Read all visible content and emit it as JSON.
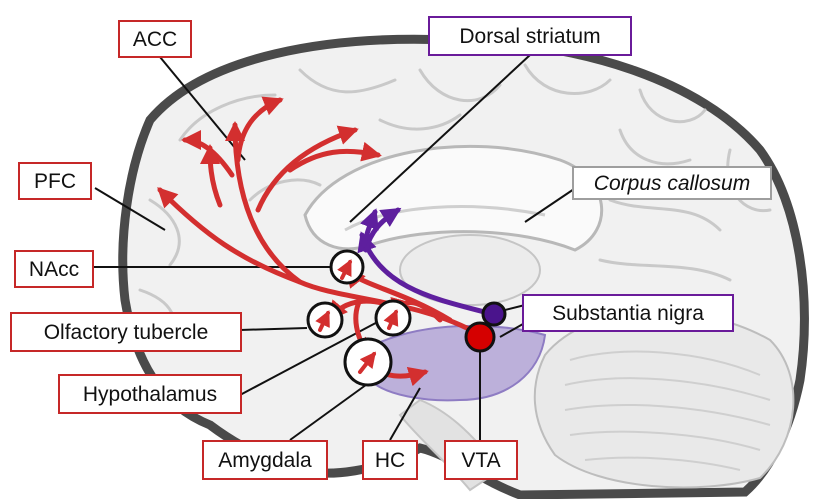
{
  "labels": {
    "acc": "ACC",
    "dorsal_striatum": "Dorsal striatum",
    "pfc": "PFC",
    "corpus_callosum": "Corpus callosum",
    "nacc": "NAcc",
    "substantia_nigra": "Substantia nigra",
    "olfactory_tubercle": "Olfactory tubercle",
    "hypothalamus": "Hypothalamus",
    "amygdala": "Amygdala",
    "hc": "HC",
    "vta": "VTA"
  },
  "colors": {
    "mesocorticolimbic_pathway": "#d32f2f",
    "nigrostriatal_pathway": "#5e1f9e",
    "vta_fill": "#d50000",
    "substantia_nigra_fill": "#4a148c",
    "brainstem_highlight": "#b3a5d6"
  }
}
